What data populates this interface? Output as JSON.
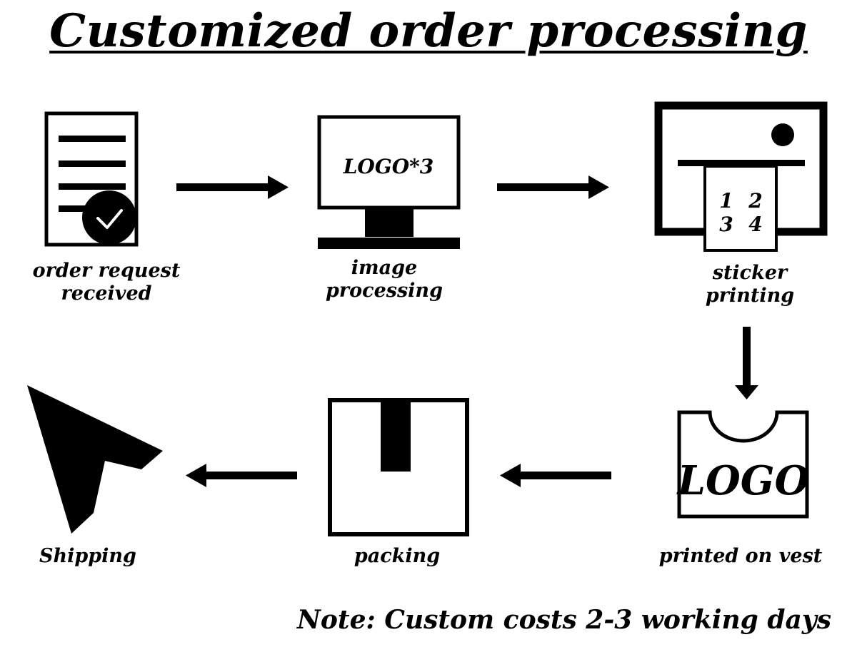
{
  "title": "Customized order processing",
  "steps": [
    {
      "id": "order",
      "label_lines": [
        "order request",
        "received"
      ],
      "icon": "order-document-check-icon"
    },
    {
      "id": "image",
      "label_lines": [
        "image",
        "processing"
      ],
      "icon": "computer-monitor-icon",
      "screen_text": "LOGO*3"
    },
    {
      "id": "sticker",
      "label_lines": [
        "sticker",
        "printing"
      ],
      "icon": "printer-icon",
      "sheet_numbers": [
        "1",
        "2",
        "3",
        "4"
      ]
    },
    {
      "id": "vest",
      "label_lines": [
        "printed on vest"
      ],
      "icon": "vest-icon",
      "vest_text": "LOGO"
    },
    {
      "id": "packing",
      "label_lines": [
        "packing"
      ],
      "icon": "package-box-icon"
    },
    {
      "id": "shipping",
      "label_lines": [
        "Shipping"
      ],
      "icon": "send-arrow-icon"
    }
  ],
  "note": "Note: Custom costs 2-3 working days",
  "colors": {
    "foreground": "#000000",
    "background": "#ffffff"
  }
}
